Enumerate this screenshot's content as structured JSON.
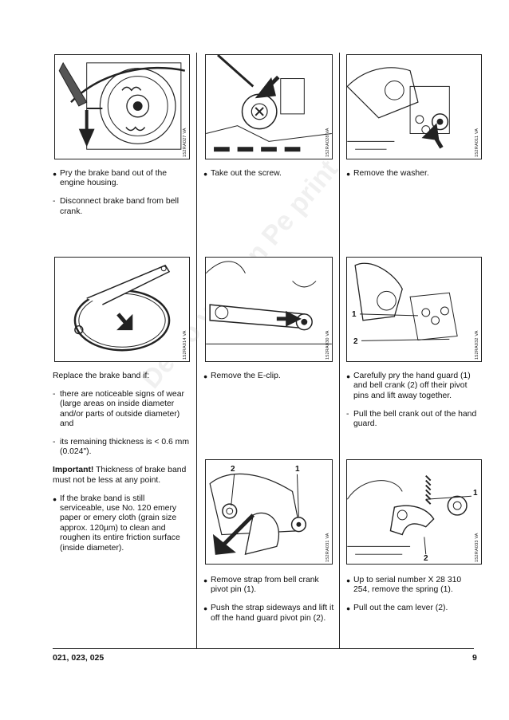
{
  "figures": [
    {
      "code": "152RA027 VA"
    },
    {
      "code": "152RA028 VA"
    },
    {
      "code": "152RA011 VA"
    },
    {
      "code": "152RA014 VA"
    },
    {
      "code": "152RA030 VA"
    },
    {
      "code": "152RA032 VA",
      "callouts": [
        "1",
        "2"
      ]
    },
    {
      "code": "152RA031 VA",
      "callouts": [
        "2",
        "1"
      ]
    },
    {
      "code": "152RA033 VA",
      "callouts": [
        "1",
        "2"
      ]
    }
  ],
  "steps": {
    "r1c1": {
      "b1": "Pry the brake band out of the engine housing.",
      "d1": "Disconnect brake band from bell crank."
    },
    "r1c2": {
      "b1": "Take out the screw."
    },
    "r1c3": {
      "b1": "Remove the washer."
    },
    "r2c1": {
      "intro": "Replace the brake band if:",
      "d1": "there are noticeable signs of wear (large areas on inside diameter and/or parts of outside diameter) and",
      "d2": "its remaining thickness is < 0.6 mm (0.024\").",
      "important_label": "Important!",
      "important_text": " Thickness of brake band must not be less at any point.",
      "b1": "If the brake band is still serviceable, use No. 120 emery paper or emery cloth (grain size approx. 120µm) to clean and roughen its entire friction surface (inside diameter)."
    },
    "r2c2": {
      "b1": "Remove the E-clip."
    },
    "r2c3": {
      "b1": "Carefully pry the hand guard (1) and bell crank (2) off their pivot pins and lift away together.",
      "d1": "Pull the bell crank out of the hand guard."
    },
    "r3c2": {
      "b1": "Remove strap from bell crank pivot pin (1).",
      "b2": "Push the strap sideways and lift it off the hand guard pivot pin (2)."
    },
    "r3c3": {
      "b1": "Up to serial number X 28 310 254, remove the spring (1).",
      "b2": "Pull out the cam lever (2)."
    }
  },
  "footer": {
    "models": "021, 023, 025",
    "page": "9"
  },
  "watermark": "Demo version   Pe  print"
}
